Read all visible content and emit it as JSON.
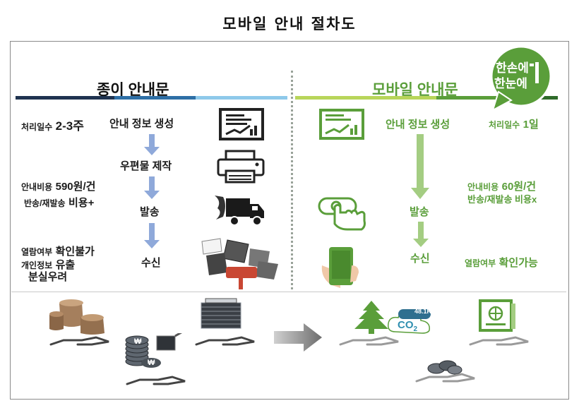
{
  "page_title": "모바일 안내 절차도",
  "paper": {
    "heading": "종이 안내문",
    "steps": [
      "안내 정보 생성",
      "우편물 제작",
      "발송",
      "수신"
    ],
    "processing_prefix": "처리일수",
    "processing_value": "2-3주",
    "cost_prefix": "안내비용",
    "cost_value": "590원/건",
    "resend_prefix": "반송/재발송",
    "resend_value": "비용+",
    "view_prefix": "열람여부",
    "view_value": "확인불가",
    "privacy_prefix": "개인정보",
    "privacy_value": "유출",
    "privacy_line2": "분실우려"
  },
  "mobile": {
    "heading": "모바일 안내문",
    "badge_line1": "한손에",
    "badge_line2": "한눈에",
    "steps": [
      "안내 정보 생성",
      "발송",
      "수신"
    ],
    "processing_prefix": "처리일수",
    "processing_value": "1일",
    "cost_prefix": "안내비용",
    "cost_value": "60원/건",
    "resend_line": "반송/재발송 비용x",
    "view_prefix": "열람여부",
    "view_value": "확인가능"
  },
  "bottom": {
    "co2_amount": "48.1Kg",
    "co2_label": "CO",
    "co2_sub": "2",
    "coin_symbol": "₩"
  },
  "colors": {
    "dark_navy": "#1f3350",
    "blue": "#2e6fa6",
    "light_blue": "#8ec9ea",
    "green": "#5a9e3a",
    "dark_green": "#2f6b2a",
    "lime": "#b8d55a",
    "arrow_blue": "#8fa9da",
    "arrow_green": "#a4cd82"
  },
  "icons": [
    "report-icon",
    "printer-icon",
    "truck-icon",
    "mailbox-icon",
    "tablet-report-icon",
    "touch-icon",
    "phone-hand-icon",
    "tree-icon",
    "document-icon",
    "stumps-icon",
    "paper-stack-icon",
    "coins-icon",
    "hand-icon"
  ]
}
